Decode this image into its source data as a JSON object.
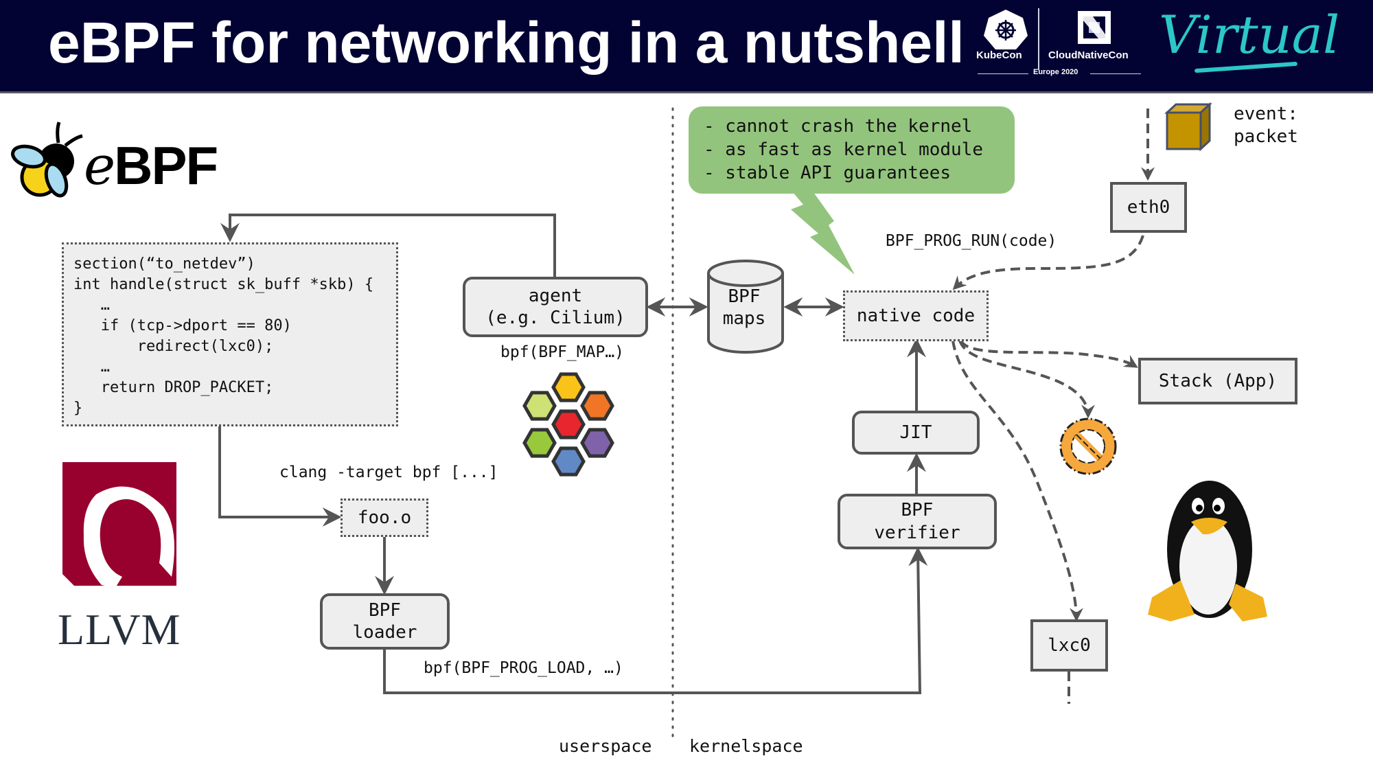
{
  "header": {
    "title": "eBPF for networking in a nutshell",
    "kubecon_label": "KubeCon",
    "cloudnativecon_label": "CloudNativeCon",
    "event_edition": "Europe 2020",
    "virtual_label": "Virtual"
  },
  "logos": {
    "ebpf_text_e": "e",
    "ebpf_text_rest": "BPF",
    "llvm_text": "LLVM"
  },
  "code_snippet": {
    "lines": [
      "section(“to_netdev”)",
      "int handle(struct sk_buff *skb) {",
      "   …",
      "   if (tcp->dport == 80)",
      "       redirect(lxc0);",
      "   …",
      "   return DROP_PACKET;",
      "}"
    ]
  },
  "callout": {
    "lines": [
      "- cannot crash the kernel",
      "- as fast as kernel module",
      "- stable API guarantees"
    ],
    "color": "#93c47d"
  },
  "nodes": {
    "agent": "agent\n(e.g. Cilium)",
    "bpf_maps": "BPF\nmaps",
    "native_code": "native code",
    "eth0": "eth0",
    "stack_app": "Stack (App)",
    "jit": "JIT",
    "bpf_verifier": "BPF\nverifier",
    "foo_o": "foo.o",
    "bpf_loader": "BPF\nloader",
    "lxc0": "lxc0"
  },
  "labels": {
    "bpf_map_call": "bpf(BPF_MAP…)",
    "clang_cmd": "clang -target bpf [...]",
    "prog_load_call": "bpf(BPF_PROG_LOAD, …)",
    "prog_run_call": "BPF_PROG_RUN(code)",
    "event_packet": "event:\npacket",
    "userspace": "userspace",
    "kernelspace": "kernelspace"
  },
  "colors": {
    "header_bg": "#030333",
    "accent_virtual": "#2cc7c9",
    "node_fill": "#eeeeee",
    "node_stroke": "#555555",
    "drop_sign": "#f6a83d",
    "llvm_red": "#98002e",
    "cilium_hexes": [
      "#f9c31a",
      "#cde174",
      "#f07525",
      "#e8262d",
      "#98c93c",
      "#8062ab",
      "#6089c6"
    ]
  }
}
